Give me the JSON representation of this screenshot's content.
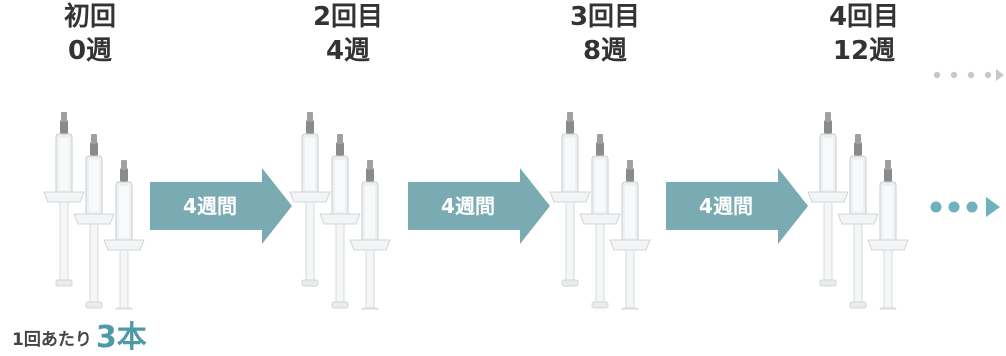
{
  "stages": [
    {
      "label": "初回",
      "week": "0週"
    },
    {
      "label": "2回目",
      "week": "4週"
    },
    {
      "label": "3回目",
      "week": "8週"
    },
    {
      "label": "4回目",
      "week": "12週"
    }
  ],
  "interval_arrows": [
    {
      "label": "4週間"
    },
    {
      "label": "4週間"
    },
    {
      "label": "4週間"
    }
  ],
  "footer": {
    "prefix": "1回あたり",
    "count": "3本"
  },
  "colors": {
    "accent": "#7aaab2",
    "dots": "#c8c8c8",
    "dots_teal": "#6fb1bd",
    "footer_accent": "#4f9aa8"
  }
}
